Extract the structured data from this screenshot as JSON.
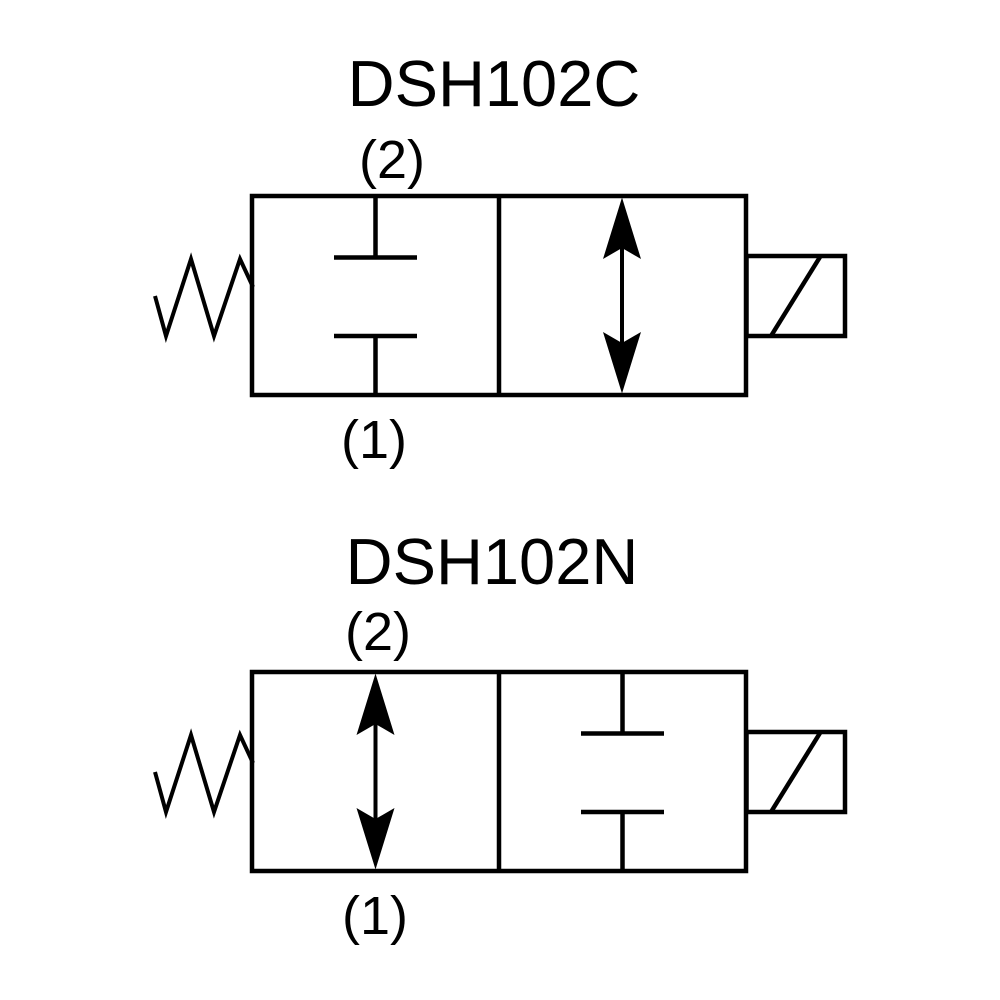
{
  "colors": {
    "line_color": "#000000",
    "background_color": "#ffffff"
  },
  "diagrams": [
    {
      "title": "DSH102C",
      "port_top": "(2)",
      "port_bottom": "(1)",
      "left_cell_symbol": "blocked-ports",
      "right_cell_symbol": "flow-arrow",
      "left_actuator": "spring",
      "right_actuator": "solenoid"
    },
    {
      "title": "DSH102N",
      "port_top": "(2)",
      "port_bottom": "(1)",
      "left_cell_symbol": "flow-arrow",
      "right_cell_symbol": "blocked-ports",
      "left_actuator": "spring",
      "right_actuator": "solenoid"
    }
  ]
}
